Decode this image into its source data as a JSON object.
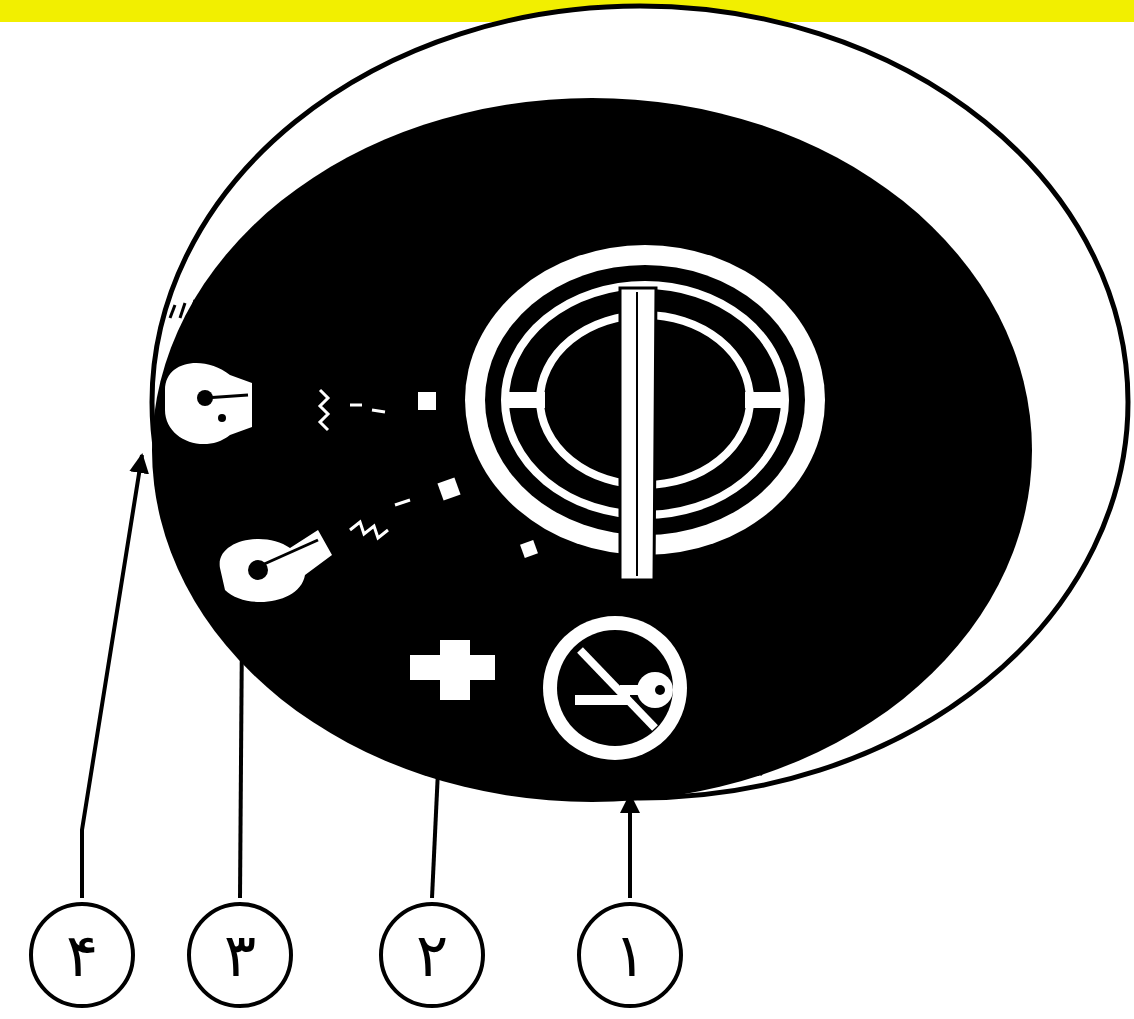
{
  "diagram": {
    "nodes": [
      {
        "text": [
          "۱"
        ]
      },
      {
        "text": [
          "۲"
        ]
      },
      {
        "text": [
          "۳"
        ]
      },
      {
        "text": [
          "۴"
        ]
      }
    ]
  }
}
